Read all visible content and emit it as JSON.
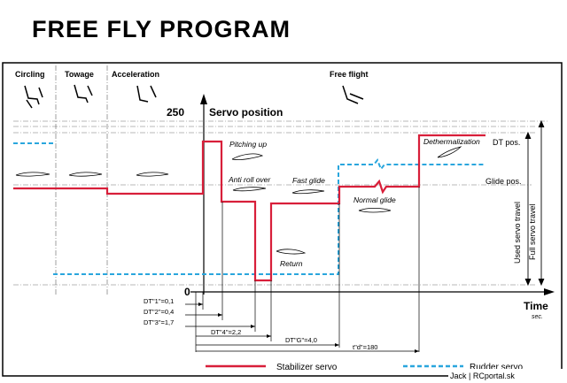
{
  "title": "FREE FLY  PROGRAM",
  "phases": {
    "circling": "Circling",
    "towage": "Towage",
    "acceleration": "Acceleration",
    "free_flight": "Free flight"
  },
  "axis": {
    "y_top": "250",
    "y_label": "Servo position",
    "zero": "0",
    "time": "Time",
    "time_unit": "sec."
  },
  "annotations": {
    "pitching_up": "Pitching up",
    "anti_roll_over": "Anti roll over",
    "fast_glide": "Fast glide",
    "normal_glide": "Normal glide",
    "return": "Return",
    "dethermalization": "Dethermalization",
    "dt_pos": "DT pos.",
    "glide_pos": "Glide pos.",
    "used_servo_travel": "Used servo travel",
    "full_servo_travel": "Full servo travel"
  },
  "timings": {
    "dt1": "DT\"1\"=0,1",
    "dt2": "DT\"2\"=0,4",
    "dt3": "DT\"3\"=1,7",
    "dt4": "DT\"4\"=2,2",
    "dtg": "DT\"G\"=4,0",
    "td": "t\"d\"=180"
  },
  "legend": {
    "stabilizer": "Stabilizer servo",
    "rudder": "Rudder servo"
  },
  "watermark": "Jack | RCportal.sk",
  "colors": {
    "stabilizer": "#d81f3a",
    "rudder": "#2aa6dd",
    "frame": "#000000"
  }
}
